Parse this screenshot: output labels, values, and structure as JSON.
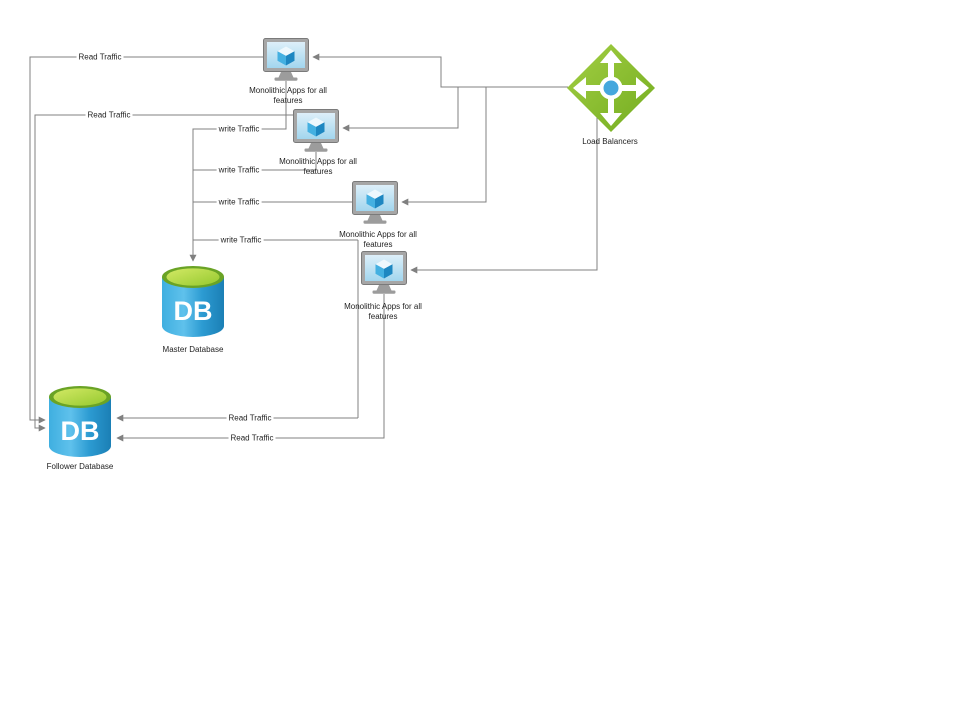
{
  "diagram": {
    "nodes": {
      "app1": {
        "label": "Monolithic Apps for all features"
      },
      "app2": {
        "label": "Monolithic Apps for all features"
      },
      "app3": {
        "label": "Monolithic Apps for all features"
      },
      "app4": {
        "label": "Monolithic Apps for all features"
      },
      "load_balancer": {
        "label": "Load Balancers"
      },
      "master_db": {
        "label": "Master Database",
        "text": "DB"
      },
      "follower_db": {
        "label": "Follower Database",
        "text": "DB"
      }
    },
    "edge_labels": {
      "read_1": "Read Traffic",
      "read_2": "Read Traffic",
      "read_3": "Read Traffic",
      "read_4": "Read Traffic",
      "write_1": "write Traffic",
      "write_2": "write Traffic",
      "write_3": "write Traffic",
      "write_4": "write Traffic"
    },
    "colors": {
      "edge": "#808080",
      "app_cube_blue": "#2f9fd6",
      "db_body_blue": "#2f9fd6",
      "db_top_green": "#9ace35",
      "lb_green": "#8dc63f",
      "lb_center_blue": "#45a7dd"
    }
  }
}
